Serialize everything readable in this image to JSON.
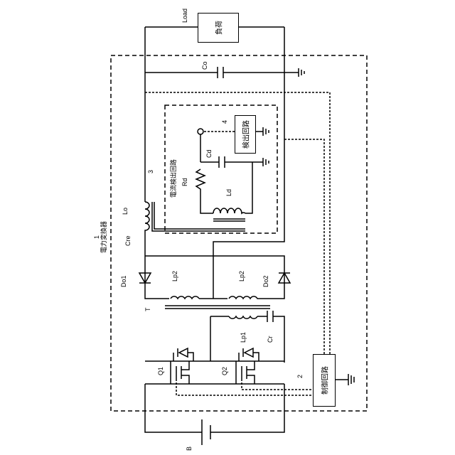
{
  "labels": {
    "load": "Load",
    "load_box": "負荷",
    "co": "Co",
    "converter_num": "1",
    "converter": "電力変換器",
    "detector_num": "3",
    "detector": "電流検出回路",
    "detect_num": "4",
    "detect_box": "検出回路",
    "cd": "Cd",
    "rd": "Rd",
    "ld": "Ld",
    "lo": "Lo",
    "cre": "Cre",
    "do1": "Do1",
    "do2": "Do2",
    "lp2a": "Lp2",
    "lp2b": "Lp2",
    "t": "T",
    "lp1": "Lp1",
    "cr": "Cr",
    "q1": "Q1",
    "q2": "Q2",
    "control_num": "2",
    "control_box": "制御回路",
    "b": "B"
  }
}
